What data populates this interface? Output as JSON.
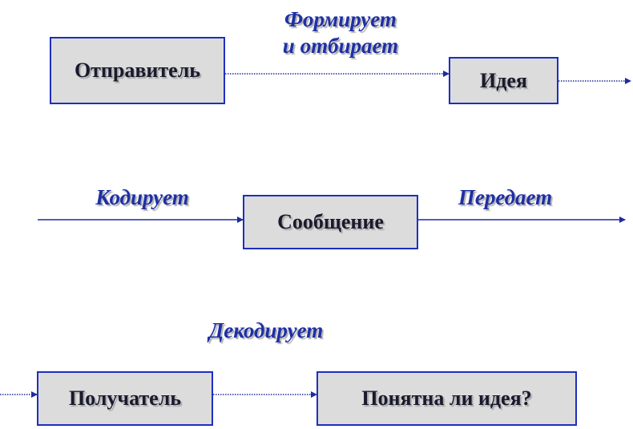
{
  "boxes": {
    "sender": "Отправитель",
    "idea": "Идея",
    "message": "Сообщение",
    "receiver": "Получатель",
    "understood": "Понятна ли идея?"
  },
  "labels": {
    "forms_line1": "Формирует",
    "forms_line2": "и отбирает",
    "encodes": "Кодирует",
    "transmits": "Передает",
    "decodes": "Декодирует"
  },
  "colors": {
    "box_fill": "#dcdcdc",
    "box_border": "#1e2fbf",
    "label_text": "#1e2fa5",
    "arrow": "#1f2b9e"
  }
}
